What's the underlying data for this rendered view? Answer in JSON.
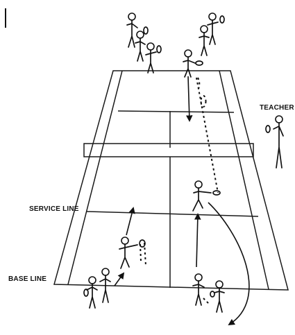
{
  "labels": {
    "teacher": "TEACHER",
    "service_line": "SERVICE LINE",
    "base_line": "BASE LINE"
  },
  "colors": {
    "ink": "#111111",
    "background": "#ffffff"
  }
}
